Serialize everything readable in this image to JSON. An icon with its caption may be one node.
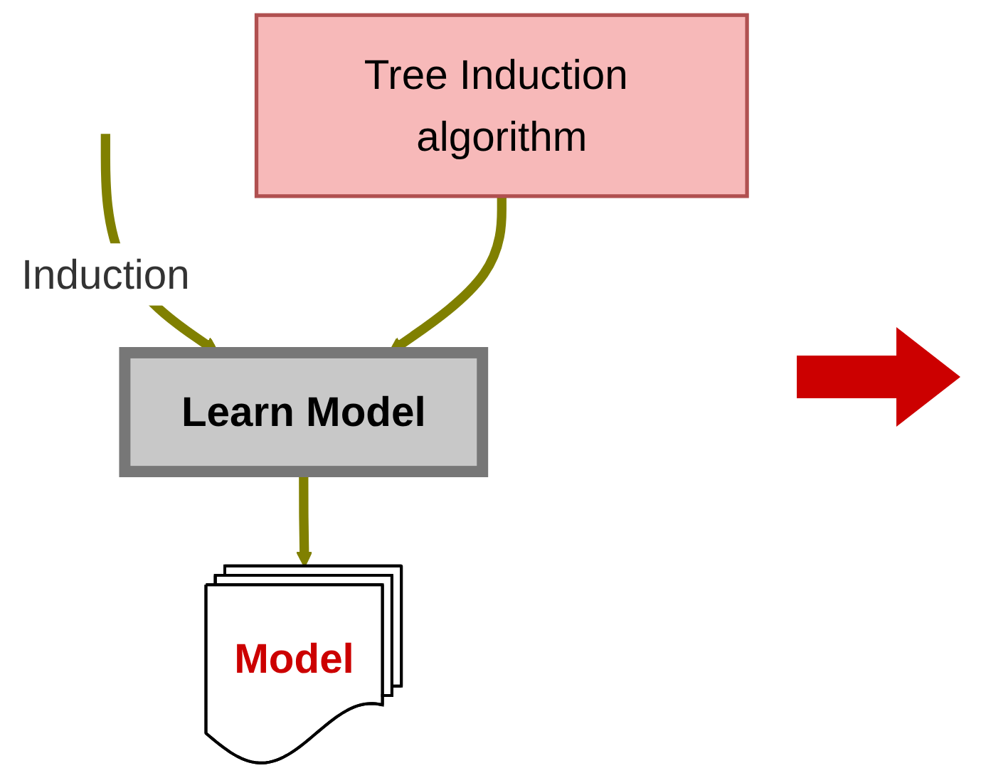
{
  "diagram": {
    "nodes": [
      {
        "text": [
          "Tree Induction algorithm"
        ]
      },
      {
        "text": [
          "Learn Model"
        ]
      },
      {
        "text": [
          "Model"
        ]
      }
    ],
    "edges": [
      {
        "from": null,
        "to": 1,
        "arrow": "to",
        "label": "Induction"
      },
      {
        "from": 0,
        "to": 1,
        "arrow": "to"
      },
      {
        "from": 1,
        "to": 2,
        "arrow": "to"
      }
    ]
  }
}
